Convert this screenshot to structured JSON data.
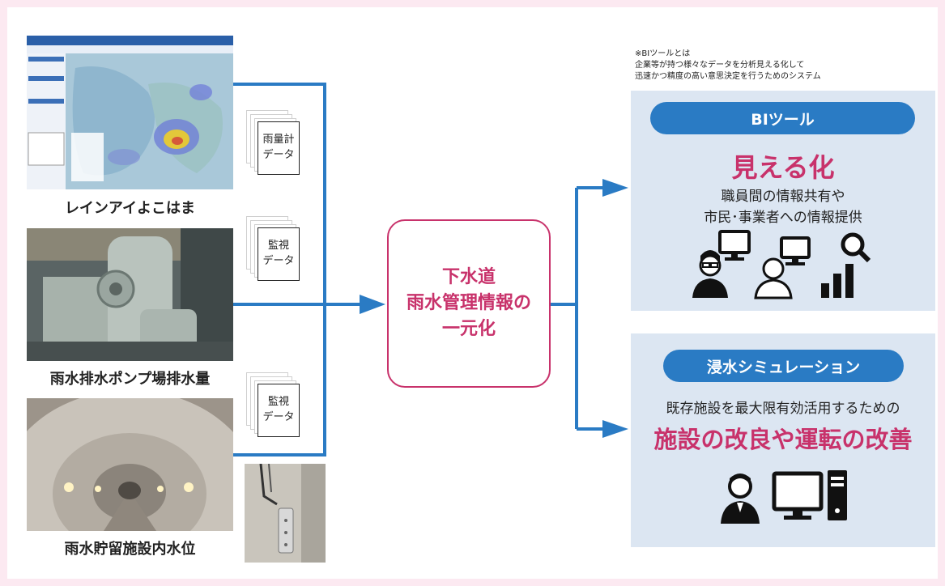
{
  "sources": [
    {
      "caption": "レインアイよこはま"
    },
    {
      "caption": "雨水排水ポンプ場排水量"
    },
    {
      "caption": "雨水貯留施設内水位"
    }
  ],
  "data_docs": [
    {
      "line1": "雨量計",
      "line2": "データ"
    },
    {
      "line1": "監視",
      "line2": "データ"
    },
    {
      "line1": "監視",
      "line2": "データ"
    }
  ],
  "center": {
    "line1": "下水道",
    "line2": "雨水管理情報の",
    "line3": "一元化"
  },
  "note": {
    "line1": "※BIツールとは",
    "line2": "企業等が持つ様々なデータを分析見える化して",
    "line3": "迅速かつ精度の高い意思決定を行うためのシステム"
  },
  "bi_panel": {
    "title": "BIツール",
    "headline": "見える化",
    "desc_line1": "職員間の情報共有や",
    "desc_line2": "市民･事業者への情報提供"
  },
  "sim_panel": {
    "title": "浸水シミュレーション",
    "desc": "既存施設を最大限有効活用するための",
    "headline": "施設の改良や運転の改善"
  },
  "colors": {
    "arrow": "#2a7bc4",
    "accent": "#c8326b",
    "panel": "#dce6f2",
    "background": "#fce9f1"
  }
}
